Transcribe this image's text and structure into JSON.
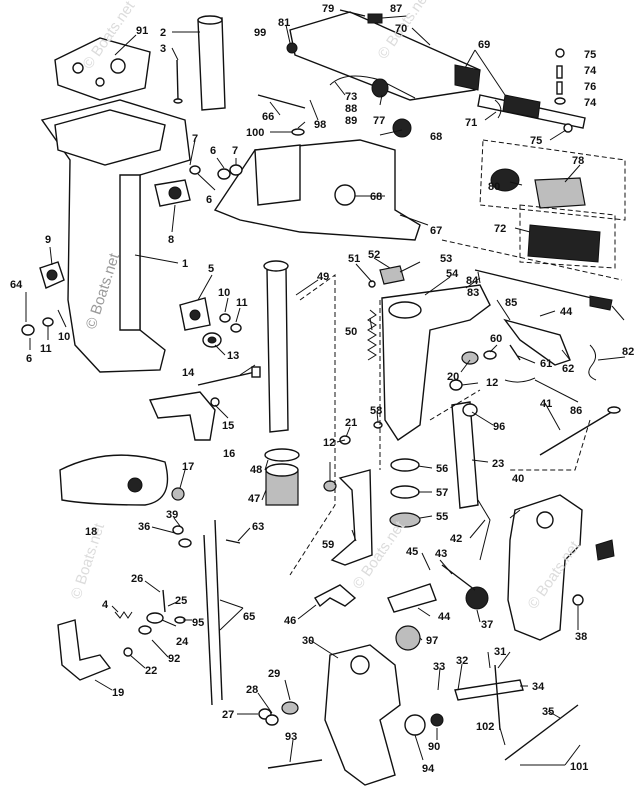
{
  "watermark": {
    "primary": "© Boats.net",
    "faint": "© Boats.net"
  },
  "callouts": [
    "1",
    "2",
    "3",
    "4",
    "5",
    "6",
    "7",
    "8",
    "9",
    "10",
    "11",
    "12",
    "13",
    "14",
    "15",
    "16",
    "17",
    "18",
    "19",
    "20",
    "21",
    "22",
    "23",
    "24",
    "25",
    "26",
    "27",
    "28",
    "29",
    "30",
    "31",
    "32",
    "33",
    "34",
    "35",
    "36",
    "37",
    "38",
    "39",
    "40",
    "41",
    "42",
    "43",
    "44",
    "45",
    "46",
    "47",
    "48",
    "49",
    "50",
    "51",
    "52",
    "53",
    "54",
    "55",
    "56",
    "57",
    "58",
    "59",
    "60",
    "61",
    "62",
    "63",
    "64",
    "65",
    "66",
    "67",
    "68",
    "69",
    "70",
    "71",
    "72",
    "73",
    "74",
    "75",
    "76",
    "77",
    "78",
    "79",
    "80",
    "81",
    "82",
    "83",
    "84",
    "85",
    "86",
    "87",
    "88",
    "89",
    "90",
    "91",
    "92",
    "93",
    "94",
    "95",
    "96",
    "97",
    "98",
    "99",
    "100",
    "101",
    "102"
  ],
  "colors": {
    "ink": "#111111",
    "watermark": "#9a9a9a",
    "background": "#ffffff"
  }
}
